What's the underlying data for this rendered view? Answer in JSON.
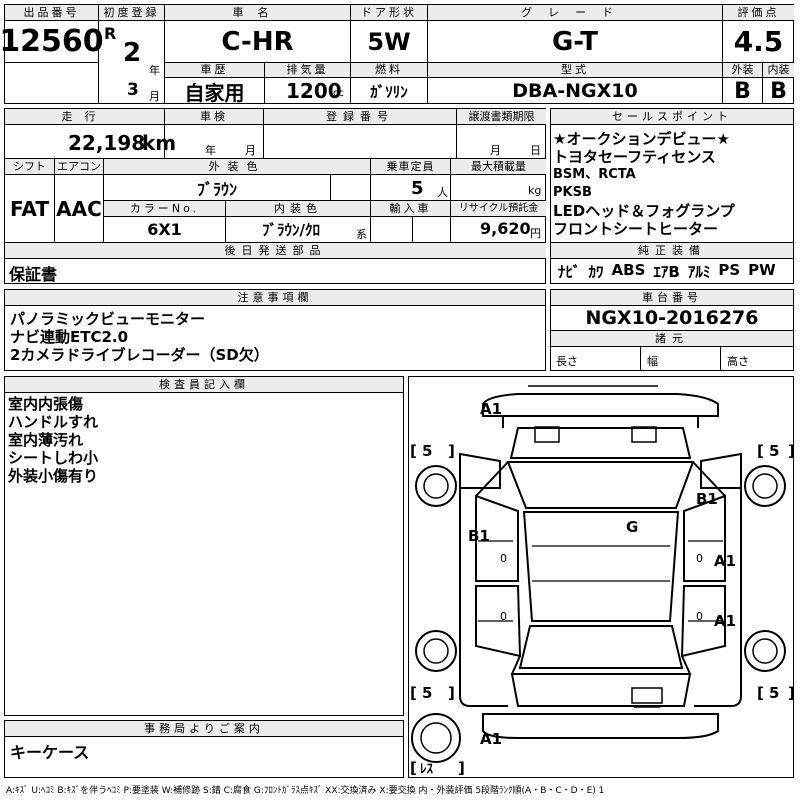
{
  "header": {
    "lot_no_label": "出品番号",
    "lot_no": "12560",
    "first_reg_label": "初度登録",
    "era": "R",
    "year": "2",
    "year_unit": "年",
    "month": "3",
    "month_unit": "月",
    "car_name_label": "車名",
    "car_name": "C-HR",
    "door_label": "ドア形状",
    "door": "5W",
    "grade_label": "グレード",
    "grade": "G-T",
    "score_label": "評価点",
    "score": "4.5",
    "history_label": "車歴",
    "history": "自家用",
    "displacement_label": "排気量",
    "displacement": "1200",
    "displacement_unit": "cc",
    "fuel_label": "燃料",
    "fuel": "ｶﾞｿﾘﾝ",
    "model_label": "型式",
    "model": "DBA-NGX10",
    "ext_label": "外装",
    "ext": "B",
    "int_label": "内装",
    "int": "B"
  },
  "row2": {
    "mileage_label": "走行",
    "mileage": "22,198",
    "mileage_unit": "km",
    "inspection_label": "車検",
    "inspection_year": "年",
    "inspection_month": "月",
    "reg_no_label": "登録番号",
    "transfer_label": "譲渡書類期限",
    "transfer_month": "月",
    "transfer_day": "日",
    "shift_label": "シフト",
    "shift": "FAT",
    "ac_label": "エアコン",
    "ac": "AAC",
    "color_label": "外装色",
    "color": "ﾌﾞﾗｳﾝ",
    "capacity_label": "乗車定員",
    "capacity": "5",
    "capacity_unit": "人",
    "load_label": "最大積載量",
    "load_unit": "kg",
    "color_no_label": "カラーNo.",
    "color_no": "6X1",
    "interior_color_label": "内装色",
    "interior_color": "ﾌﾞﾗｳﾝ/ｸﾛ",
    "interior_color_suffix": "系",
    "import_label": "輸入車",
    "recycle_label": "リサイクル預託金",
    "recycle": "9,620",
    "recycle_unit": "円",
    "later_label": "後日発送部品",
    "later": "保証書"
  },
  "sales_points": {
    "label": "セールスポイント",
    "lines": [
      "★オークションデビュー★",
      "トヨタセーフティセンス",
      "BSM、RCTA",
      "PKSB",
      "LEDヘッド＆フォグランプ",
      "フロントシートヒーター"
    ]
  },
  "equipment": {
    "label": "純正装備",
    "items": [
      "ﾅﾋﾞ",
      "ｶﾜ",
      "ABS",
      "ｴｱB",
      "ｱﾙﾐ",
      "PS",
      "PW"
    ]
  },
  "notes": {
    "label": "注意事項欄",
    "lines": [
      "パノラミックビューモニター",
      "ナビ連動ETC2.0",
      "2カメラドライブレコーダー（SD欠）"
    ]
  },
  "chassis": {
    "label": "車台番号",
    "value": "NGX10-2016276",
    "spec_label": "諸元",
    "length_label": "長さ",
    "width_label": "幅",
    "height_label": "高さ"
  },
  "inspector": {
    "label": "検査員記入欄",
    "lines": [
      "室内内張傷",
      "ハンドルすれ",
      "室内薄汚れ",
      "シートしわ小",
      "外装小傷有り"
    ]
  },
  "office": {
    "label": "事務局よりご案内",
    "value": "キーケース"
  },
  "diagram": {
    "marks": {
      "front_bumper": "A1",
      "right_front_door": "B1",
      "roof": "G",
      "left_front_door": "B1",
      "right_rear_door_upper": "A1",
      "right_rear_door_lower": "A1",
      "rear_bumper": "A1"
    },
    "tires": {
      "lf": "5",
      "rf": "5",
      "lr": "5",
      "rr": "5",
      "spare": "ﾚｽ"
    },
    "zeros": [
      "0",
      "0",
      "0",
      "0"
    ]
  },
  "legend": "A:ｷｽﾞ U:ﾍｺﾐ B:ｷｽﾞを伴うﾍｺﾐ P:要塗装 W:補修跡 S:錆 C:腐食 G:ﾌﾛﾝﾄｶﾞﾗｽ点ｷｽﾞ XX:交換済み X:要交換 内・外装評価 5段階ﾗﾝｸ順(A・B・C・D・E) 1"
}
